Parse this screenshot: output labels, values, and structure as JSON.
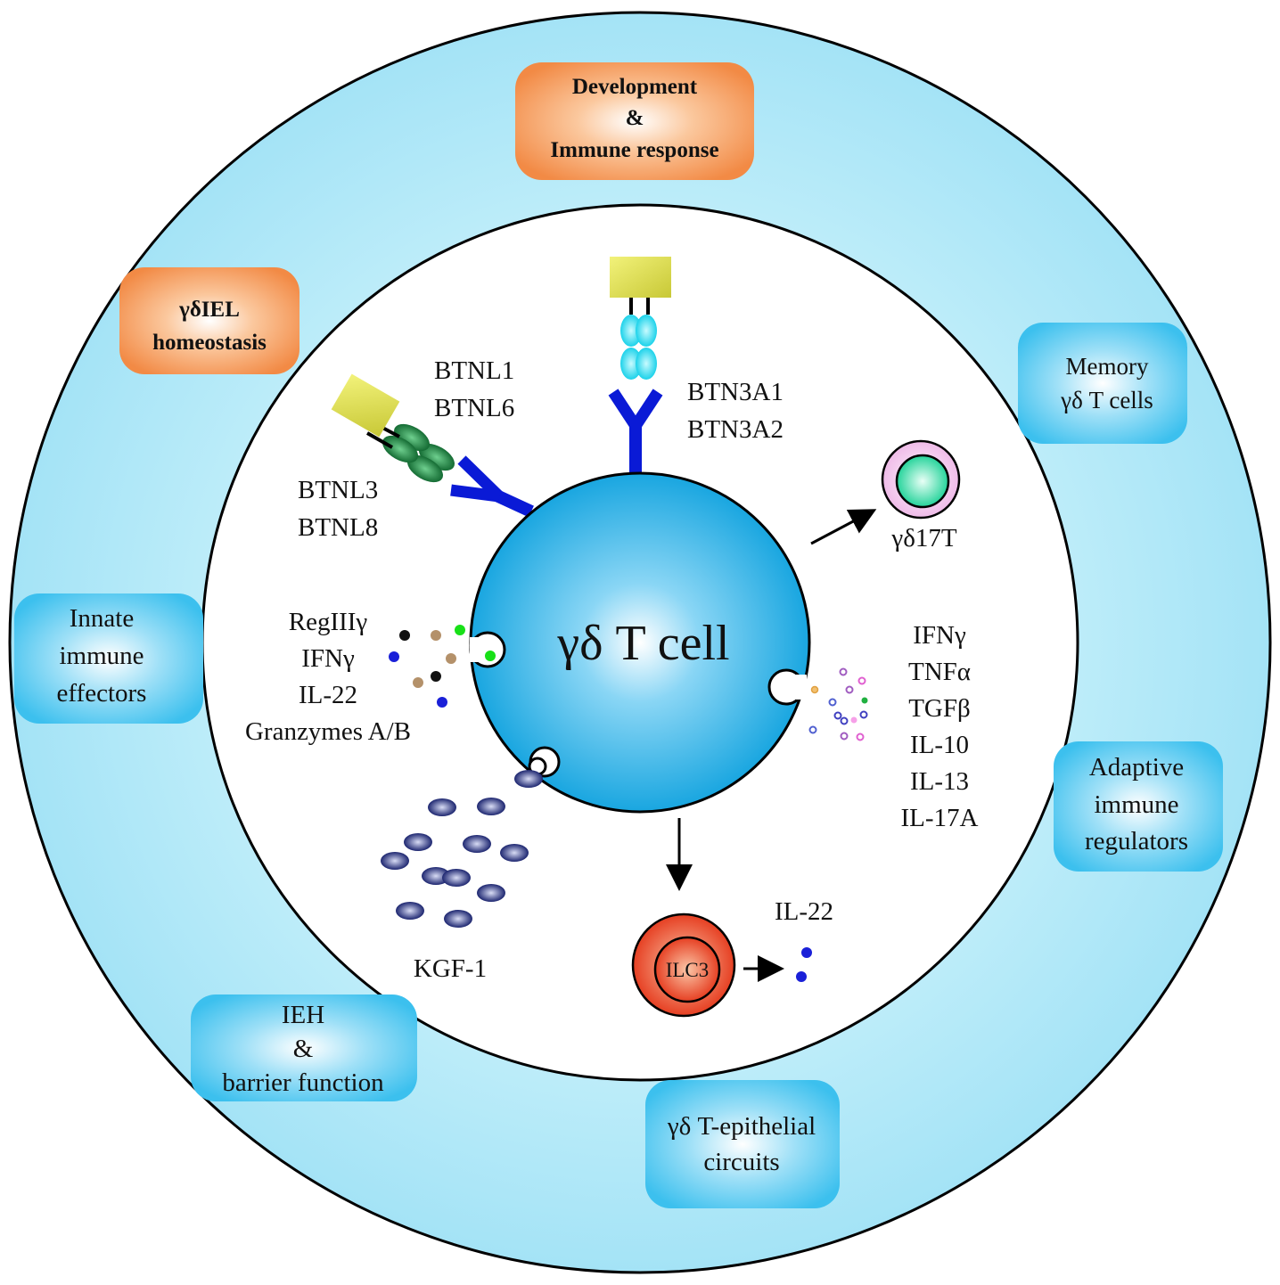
{
  "center_cell": {
    "label": "γδ T cell"
  },
  "outer_boxes": {
    "development": {
      "lines": [
        "Development",
        "&",
        "Immune response"
      ],
      "color": "#f5924f"
    },
    "iel_homeostasis": {
      "lines": [
        "γδIEL",
        "homeostasis"
      ],
      "color": "#f5924f"
    },
    "memory": {
      "lines": [
        "Memory",
        "γδ T cells"
      ],
      "color": "#3fc3ef"
    },
    "innate": {
      "lines": [
        "Innate",
        "immune",
        "effectors"
      ],
      "color": "#3fc3ef"
    },
    "adaptive": {
      "lines": [
        "Adaptive",
        "immune",
        "regulators"
      ],
      "color": "#3fc3ef"
    },
    "ieh_barrier": {
      "lines": [
        "IEH",
        "&",
        "barrier function"
      ],
      "color": "#3fc3ef"
    },
    "epithelial_circuits": {
      "lines": [
        "γδ T-epithelial",
        "circuits"
      ],
      "color": "#3fc3ef"
    }
  },
  "receptors": {
    "btnl1_6": [
      "BTNL1",
      "BTNL6"
    ],
    "btnl3_8": [
      "BTNL3",
      "BTNL8"
    ],
    "btn3a": [
      "BTN3A1",
      "BTN3A2"
    ]
  },
  "secreted_left": [
    "RegIIIγ",
    "IFNγ",
    "IL-22",
    "Granzymes A/B"
  ],
  "secreted_right": [
    "IFNγ",
    "TNFα",
    "TGFβ",
    "IL-10",
    "IL-13",
    "IL-17A"
  ],
  "gd17t": {
    "label": "γδ17T"
  },
  "ilc3": {
    "label": "ILC3",
    "product": "IL-22"
  },
  "kgf": {
    "label": "KGF-1"
  },
  "colors": {
    "outer_ring": "#a8e6f8",
    "cell": "#3cb6ea",
    "receptor_stem": "#0a1ad6",
    "ligand_box": "#d8d850",
    "btnl_domain": "#1c8a44",
    "btn3a_domain": "#22d8ee",
    "ilc3": "#e8452a",
    "gd17t_outer": "#f3c7ee",
    "gd17t_inner": "#2ed6a0",
    "kgf_particle": "#1f2a7a"
  }
}
